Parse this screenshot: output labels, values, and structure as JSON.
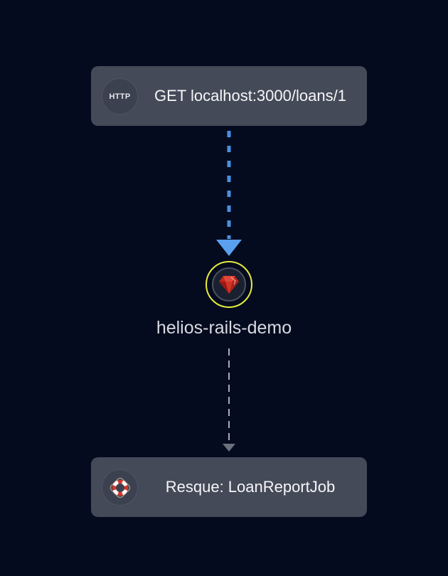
{
  "diagram": {
    "nodes": {
      "http_request": {
        "icon": "http-icon",
        "icon_text": "HTTP",
        "label": "GET localhost:3000/loans/1"
      },
      "service": {
        "icon": "ruby-gem-icon",
        "label": "helios-rails-demo",
        "highlight_color": "#e4ec3c"
      },
      "resque_job": {
        "icon": "lifebuoy-icon",
        "label": "Resque:  LoanReportJob"
      }
    },
    "edges": [
      {
        "from": "http_request",
        "to": "service",
        "style": "dashed",
        "color": "#4a90e2"
      },
      {
        "from": "service",
        "to": "resque_job",
        "style": "dashed",
        "color": "#9ca0aa"
      }
    ]
  }
}
